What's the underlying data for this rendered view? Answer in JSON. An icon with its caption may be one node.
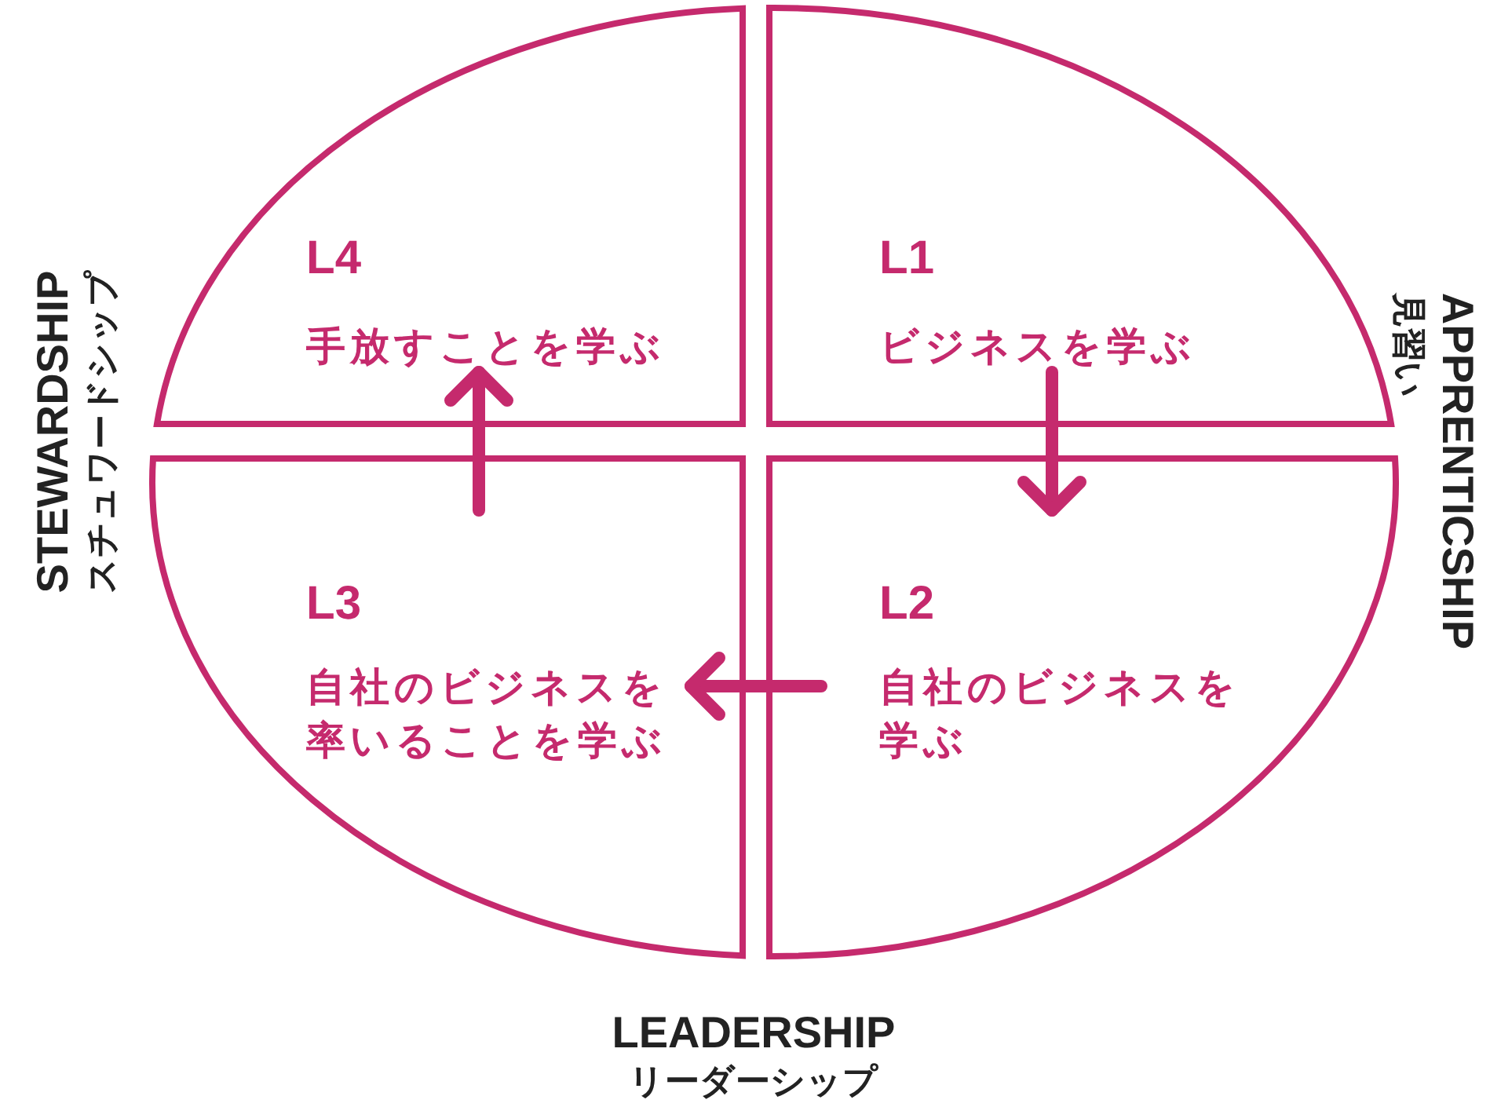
{
  "diagram": {
    "nodes": [
      {
        "text": [
          "L4",
          "手放すことを学ぶ"
        ]
      },
      {
        "text": [
          "L1",
          "ビジネスを学ぶ"
        ]
      },
      {
        "text": [
          "L3",
          "自社のビジネスを率いることを学ぶ"
        ]
      },
      {
        "text": [
          "L2",
          "自社のビジネスを学ぶ"
        ]
      }
    ],
    "edges": [
      {
        "from": 1,
        "to": 3,
        "arrow": "to"
      },
      {
        "from": 3,
        "to": 2,
        "arrow": "to"
      },
      {
        "from": 2,
        "to": 0,
        "arrow": "to"
      }
    ],
    "labels": [
      "STEWARDSHIP",
      "スチュワードシップ",
      "APPRENTICSHIP",
      "見習い",
      "LEADERSHIP",
      "リーダーシップ"
    ]
  }
}
